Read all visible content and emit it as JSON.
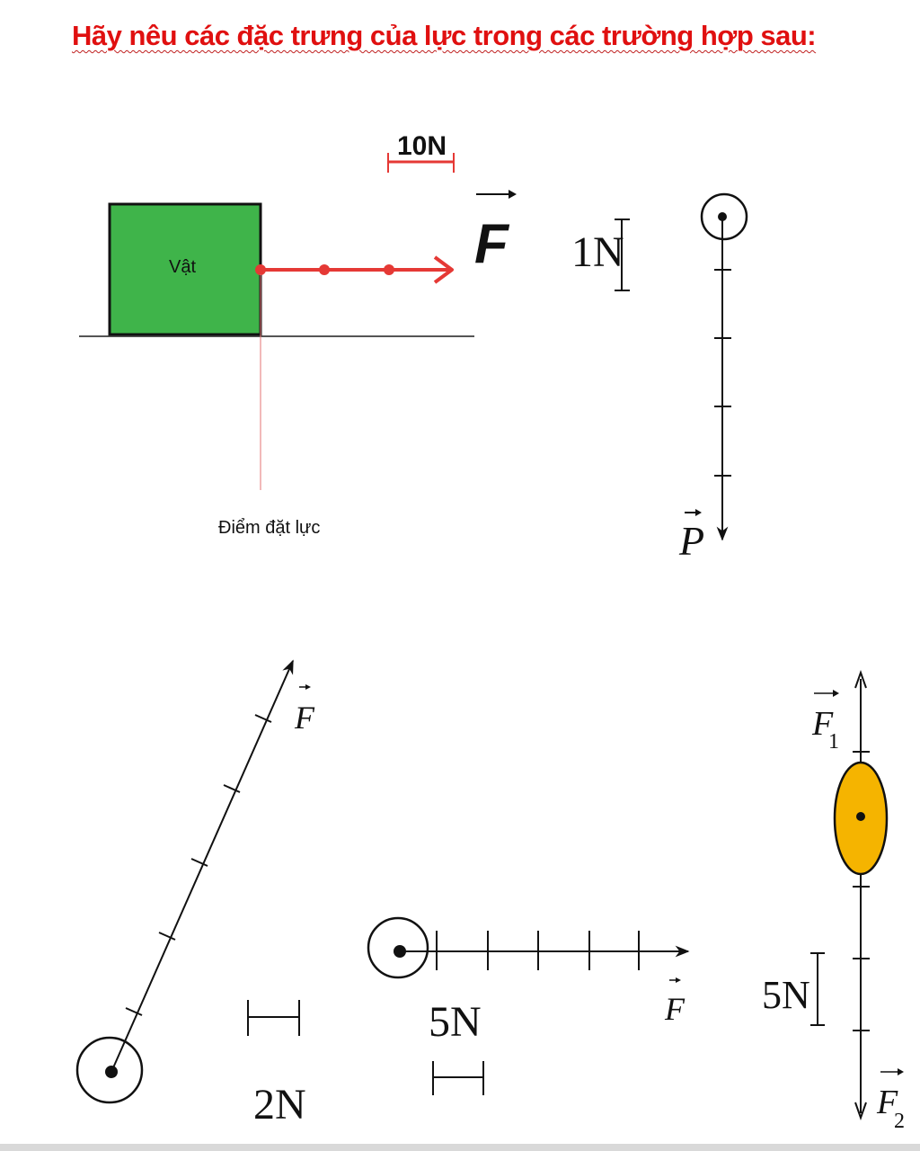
{
  "title": "Hãy nêu các đặc trưng của lực  trong các trường hợp sau:",
  "colors": {
    "title": "#e01010",
    "block_fill": "#3fb44a",
    "force_arrow": "#e53935",
    "ball_fill": "#f5b400",
    "lines": "#111111"
  },
  "figure1": {
    "scale_label": "10N",
    "object_label": "Vật",
    "force_label": "F",
    "point_label": "Điểm đặt lực"
  },
  "figure2": {
    "scale_label": "1N",
    "force_label": "P"
  },
  "figure3": {
    "force_label": "F",
    "scale_label": "2N"
  },
  "figure4": {
    "force_label": "F",
    "scale_label": "5N"
  },
  "figure5": {
    "force1_label": "F",
    "force1_subscript": "1",
    "force2_label": "F",
    "force2_subscript": "2",
    "scale_label": "5N"
  }
}
